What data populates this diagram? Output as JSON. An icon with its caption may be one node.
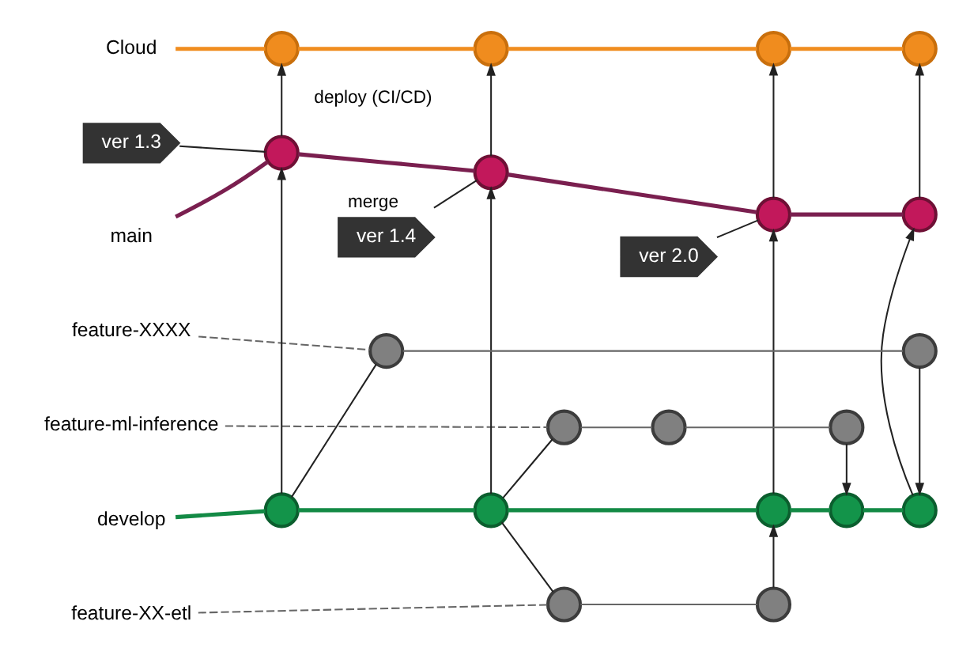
{
  "diagram": {
    "nodes": [
      {
        "text": [
          "Cloud"
        ]
      },
      {
        "text": [
          "main"
        ]
      },
      {
        "text": [
          "develop"
        ]
      },
      {
        "text": [
          "feature-XX-etl"
        ]
      },
      {
        "text": [
          "feature-ml-inference"
        ]
      },
      {
        "text": [
          "feature-XXXX"
        ]
      },
      {
        "text": [
          "ver 1.3"
        ]
      },
      {
        "text": [
          "ver 1.4"
        ]
      },
      {
        "text": [
          "ver 2.0"
        ]
      },
      {
        "text": [],
        "shape": "circle"
      },
      {
        "text": [],
        "shape": "circle"
      },
      {
        "text": [],
        "shape": "circle"
      },
      {
        "text": [],
        "shape": "circle"
      },
      {
        "text": [],
        "shape": "circle"
      },
      {
        "text": [],
        "shape": "circle"
      },
      {
        "text": [],
        "shape": "circle"
      },
      {
        "text": [],
        "shape": "circle"
      },
      {
        "text": [],
        "shape": "circle"
      },
      {
        "text": [],
        "shape": "circle"
      },
      {
        "text": [],
        "shape": "circle"
      },
      {
        "text": [],
        "shape": "circle"
      },
      {
        "text": [],
        "shape": "circle"
      },
      {
        "text": [],
        "shape": "circle"
      },
      {
        "text": [],
        "shape": "circle"
      },
      {
        "text": [],
        "shape": "circle"
      },
      {
        "text": [],
        "shape": "circle"
      },
      {
        "text": [],
        "shape": "circle"
      },
      {
        "text": [],
        "shape": "circle"
      },
      {
        "text": [],
        "shape": "circle"
      }
    ],
    "edges": [
      {
        "from": 0,
        "to": 9,
        "arrow": "none",
        "style": "thick",
        "color": "#f08c1e"
      },
      {
        "from": 9,
        "to": 10,
        "arrow": "none",
        "style": "thick",
        "color": "#f08c1e"
      },
      {
        "from": 10,
        "to": 11,
        "arrow": "none",
        "style": "thick",
        "color": "#f08c1e"
      },
      {
        "from": 11,
        "to": 12,
        "arrow": "none",
        "style": "thick",
        "color": "#f08c1e"
      },
      {
        "from": 1,
        "to": 13,
        "arrow": "none",
        "style": "thick",
        "color": "#7a1f4f"
      },
      {
        "from": 13,
        "to": 14,
        "arrow": "none",
        "style": "thick",
        "color": "#7a1f4f"
      },
      {
        "from": 14,
        "to": 15,
        "arrow": "none",
        "style": "thick",
        "color": "#7a1f4f"
      },
      {
        "from": 15,
        "to": 16,
        "arrow": "none",
        "style": "thick",
        "color": "#7a1f4f"
      },
      {
        "from": 2,
        "to": 17,
        "arrow": "none",
        "style": "thick",
        "color": "#138a45"
      },
      {
        "from": 17,
        "to": 18,
        "arrow": "none",
        "style": "thick",
        "color": "#138a45"
      },
      {
        "from": 18,
        "to": 19,
        "arrow": "none",
        "style": "thick",
        "color": "#138a45"
      },
      {
        "from": 19,
        "to": 20,
        "arrow": "none",
        "style": "thick",
        "color": "#138a45"
      },
      {
        "from": 20,
        "to": 21,
        "arrow": "none",
        "style": "thick",
        "color": "#138a45"
      },
      {
        "from": 3,
        "to": 22,
        "arrow": "none",
        "style": "dashed",
        "color": "#666666"
      },
      {
        "from": 22,
        "to": 23,
        "arrow": "none",
        "color": "#666666"
      },
      {
        "from": 4,
        "to": 24,
        "arrow": "none",
        "style": "dashed",
        "color": "#666666"
      },
      {
        "from": 24,
        "to": 25,
        "arrow": "none",
        "color": "#666666"
      },
      {
        "from": 25,
        "to": 26,
        "arrow": "none",
        "color": "#666666"
      },
      {
        "from": 5,
        "to": 27,
        "arrow": "none",
        "style": "dashed",
        "color": "#666666"
      },
      {
        "from": 27,
        "to": 28,
        "arrow": "none",
        "color": "#666666"
      },
      {
        "from": 17,
        "to": 27,
        "arrow": "none"
      },
      {
        "from": 18,
        "to": 22,
        "arrow": "none"
      },
      {
        "from": 18,
        "to": 24,
        "arrow": "none"
      },
      {
        "from": 23,
        "to": 19,
        "arrow": "to"
      },
      {
        "from": 26,
        "to": 20,
        "arrow": "to"
      },
      {
        "from": 28,
        "to": 21,
        "arrow": "to"
      },
      {
        "from": 17,
        "to": 13,
        "arrow": "to",
        "label": "merge"
      },
      {
        "from": 18,
        "to": 14,
        "arrow": "to"
      },
      {
        "from": 19,
        "to": 15,
        "arrow": "to"
      },
      {
        "from": 21,
        "to": 16,
        "arrow": "to"
      },
      {
        "from": 13,
        "to": 9,
        "arrow": "to",
        "label": "deploy (CI/CD)"
      },
      {
        "from": 14,
        "to": 10,
        "arrow": "to"
      },
      {
        "from": 15,
        "to": 11,
        "arrow": "to"
      },
      {
        "from": 16,
        "to": 12,
        "arrow": "to"
      },
      {
        "from": 6,
        "to": 13,
        "arrow": "none"
      },
      {
        "from": 7,
        "to": 14,
        "arrow": "none"
      },
      {
        "from": 8,
        "to": 15,
        "arrow": "none"
      }
    ]
  }
}
